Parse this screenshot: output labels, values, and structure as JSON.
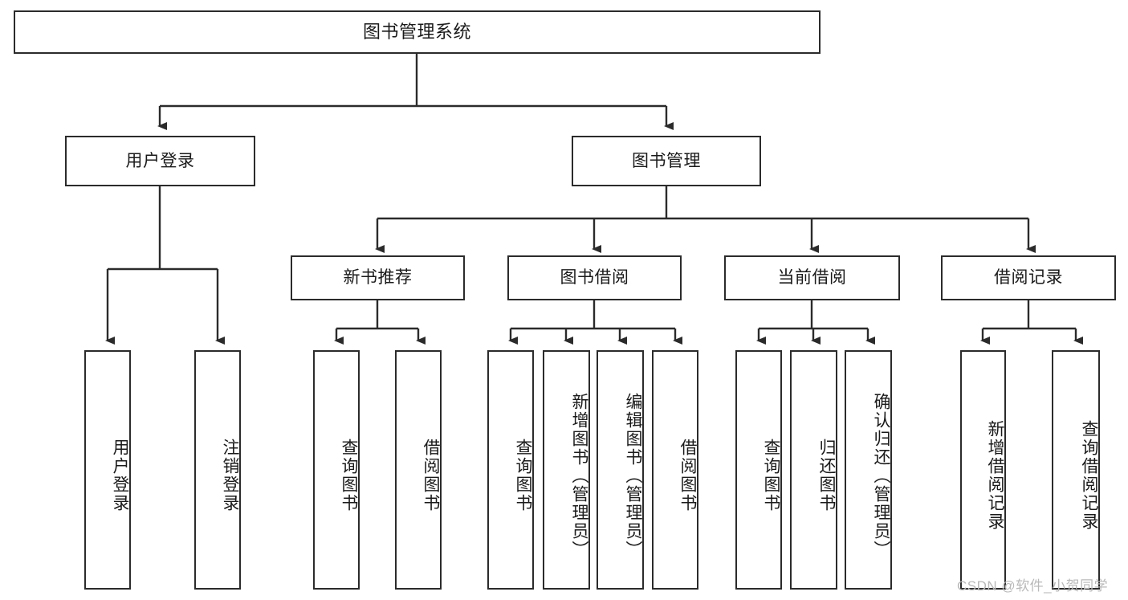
{
  "diagram": {
    "title": "图书管理系统",
    "type": "功能结构图",
    "root": {
      "label": "图书管理系统"
    },
    "level2": [
      {
        "id": "user-login",
        "label": "用户登录"
      },
      {
        "id": "book-management",
        "label": "图书管理"
      }
    ],
    "level3": [
      {
        "id": "new-book-recommend",
        "label": "新书推荐"
      },
      {
        "id": "book-borrow",
        "label": "图书借阅"
      },
      {
        "id": "current-borrow",
        "label": "当前借阅"
      },
      {
        "id": "borrow-record",
        "label": "借阅记录"
      }
    ],
    "leaves": {
      "user_login": [
        {
          "id": "leaf-user-login",
          "label": "用户登录"
        },
        {
          "id": "leaf-logout-login",
          "label": "注销登录"
        }
      ],
      "new_book_recommend": [
        {
          "id": "leaf-query-book-1",
          "label": "查询图书"
        },
        {
          "id": "leaf-borrow-book-1",
          "label": "借阅图书"
        }
      ],
      "book_borrow": [
        {
          "id": "leaf-query-book-2",
          "label": "查询图书"
        },
        {
          "id": "leaf-add-book",
          "label": "新增图书（管理员）"
        },
        {
          "id": "leaf-edit-book",
          "label": "编辑图书（管理员）"
        },
        {
          "id": "leaf-borrow-book-2",
          "label": "借阅图书"
        }
      ],
      "current_borrow": [
        {
          "id": "leaf-query-book-3",
          "label": "查询图书"
        },
        {
          "id": "leaf-return-book",
          "label": "归还图书"
        },
        {
          "id": "leaf-confirm-return",
          "label": "确认归还（管理员）"
        }
      ],
      "borrow_record": [
        {
          "id": "leaf-add-borrow-record",
          "label": "新增借阅记录"
        },
        {
          "id": "leaf-query-borrow-record",
          "label": "查询借阅记录"
        }
      ]
    }
  },
  "watermark": {
    "text": "CSDN @软件_小贺同学"
  },
  "colors": {
    "stroke": "#2b2b2b",
    "background": "#ffffff",
    "text": "#1a1a1a",
    "watermark": "#b9b9b9"
  }
}
